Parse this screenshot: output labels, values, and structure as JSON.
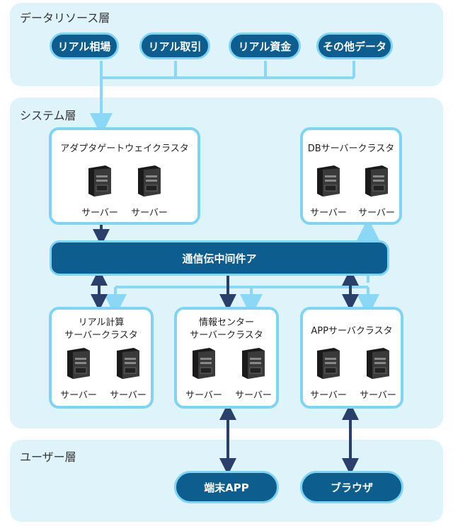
{
  "layers": {
    "data": {
      "title": "データリソース層"
    },
    "system": {
      "title": "システム層"
    },
    "user": {
      "title": "ユーザー層"
    }
  },
  "data_sources": [
    "リアル相場",
    "リアル取引",
    "リアル資金",
    "その他データ"
  ],
  "middleware": {
    "label": "通信伝中间件ア"
  },
  "clusters": {
    "adapter": {
      "title": "アダプタゲートウェイクラスタ",
      "servers": [
        "サーバー",
        "サーバー"
      ]
    },
    "db": {
      "title": "DBサーバークラスタ",
      "servers": [
        "サーバー",
        "サーバー"
      ]
    },
    "calc": {
      "title_line1": "リアル計算",
      "title_line2": "サーバークラスタ",
      "servers": [
        "サーバー",
        "サーバー"
      ]
    },
    "info": {
      "title_line1": "情報センター",
      "title_line2": "サーバークラスタ",
      "servers": [
        "サーバー",
        "サーバー"
      ]
    },
    "app": {
      "title": "APPサーバクラスタ",
      "servers": [
        "サーバー",
        "サーバー"
      ]
    }
  },
  "clients": {
    "terminal": "端末APP",
    "browser": "ブラウザ"
  },
  "icons": {
    "server": "server-tower-icon"
  },
  "colors": {
    "layer_bg": "#dff3fb",
    "pill": "#0e5d8f",
    "border": "#7fd3f3",
    "arrow_dark": "#2b3f6b",
    "arrow_light": "#8ad8f5"
  }
}
